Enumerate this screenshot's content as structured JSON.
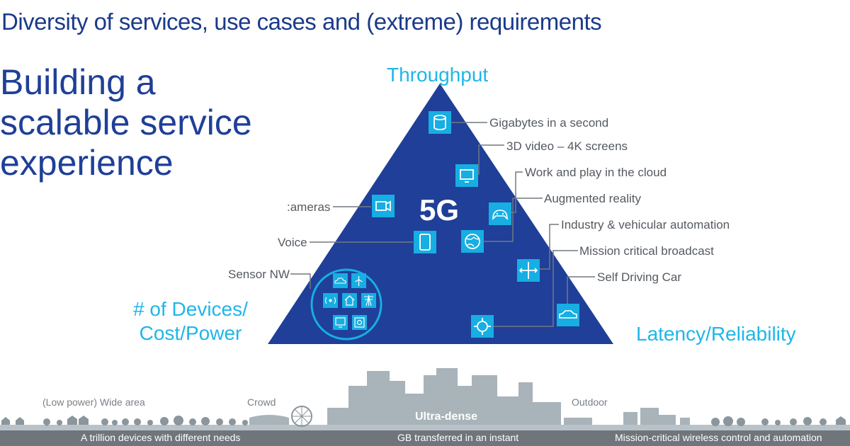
{
  "header": {
    "subtitle": "Diversity of services, use cases and (extreme) requirements",
    "headline_lines": [
      "Building a",
      "scalable service",
      "experience"
    ]
  },
  "pyramid": {
    "center_label": "5G",
    "top_axis": "Throughput",
    "left_axis_lines": [
      "# of Devices/",
      "Cost/Power"
    ],
    "right_axis": "Latency/Reliability",
    "callouts": {
      "gigabytes": "Gigabytes in a second",
      "video_3d": "3D video – 4K screens",
      "work_play": "Work and play in the cloud",
      "augmented_reality": "Augmented reality",
      "industry": "Industry & vehicular automation",
      "mission_critical": "Mission critical broadcast",
      "self_driving": "Self Driving Car",
      "cameras": ":ameras",
      "voice": "Voice",
      "sensor": "Sensor NW"
    }
  },
  "skyline": {
    "wide_area": "(Low power) Wide area",
    "crowd": "Crowd",
    "ultra_dense": "Ultra-dense",
    "outdoor": "Outdoor"
  },
  "footer": {
    "left": "A trillion devices with different needs",
    "center": "GB transferred in an instant",
    "right": "Mission-critical wireless control and automation"
  },
  "colors": {
    "pyramid": "#1f3f98",
    "icon_tile": "#16aee3",
    "accent_text": "#1fb6e8",
    "skyline": "#a8b3ba",
    "footer_bar": "#6f757b"
  }
}
